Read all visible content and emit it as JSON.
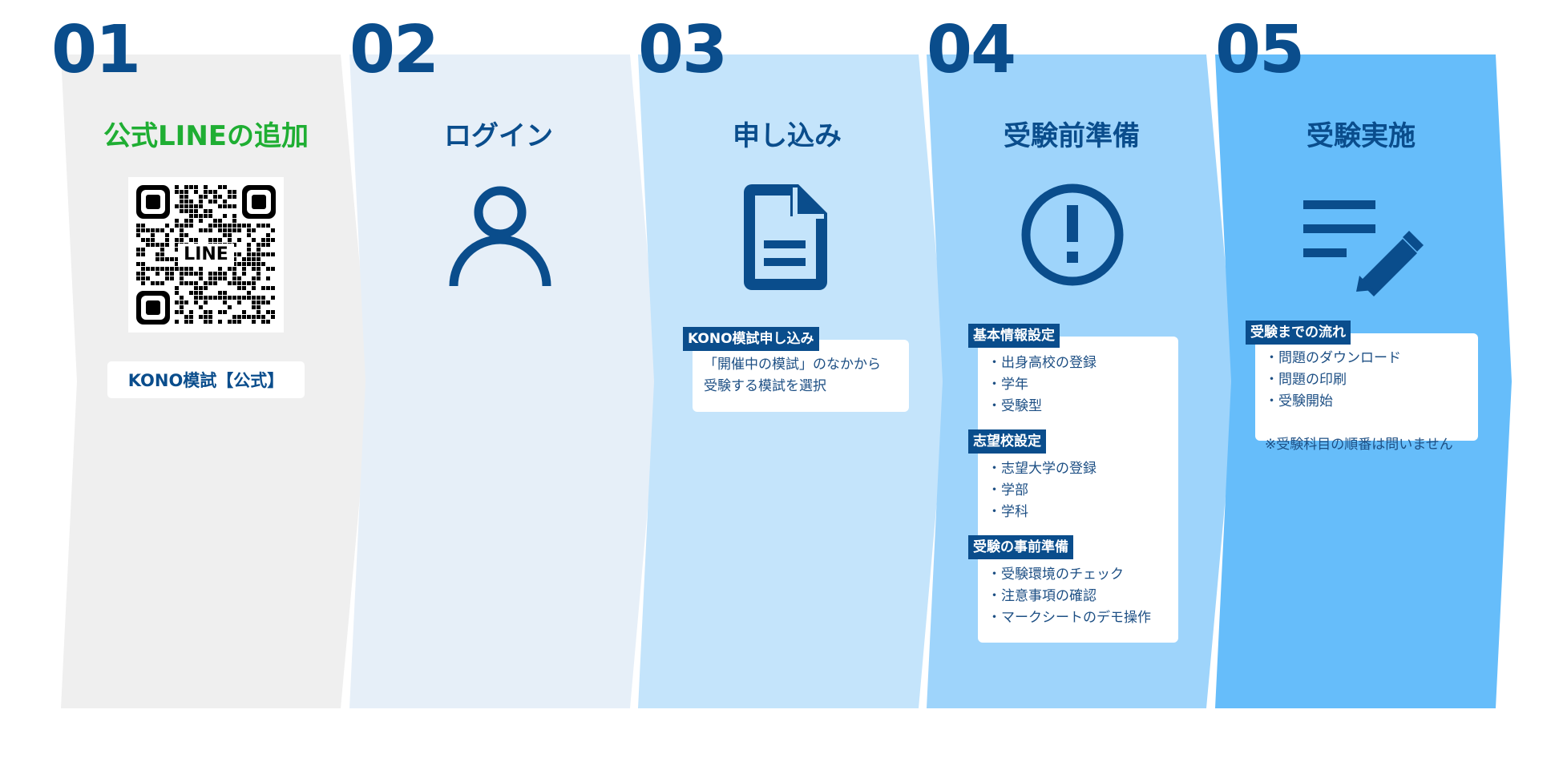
{
  "colors": {
    "step1_bg": "#efefef",
    "step2_bg": "#e6eff8",
    "step3_bg": "#c4e4fb",
    "step4_bg": "#9ed4fb",
    "step5_bg": "#66bdfa",
    "primary": "#0a4d8c",
    "line_green": "#1fae33"
  },
  "steps": [
    {
      "number": "01",
      "title": "公式LINEの追加",
      "qr_label": "LINE",
      "name_badge": "KONO模試【公式】"
    },
    {
      "number": "02",
      "title": "ログイン",
      "icon": "user-icon"
    },
    {
      "number": "03",
      "title": "申し込み",
      "icon": "document-icon",
      "tag": "KONO模試申し込み",
      "lines": [
        "「開催中の模試」のなかから",
        "受験する模試を選択"
      ]
    },
    {
      "number": "04",
      "title": "受験前準備",
      "icon": "alert-circle-icon",
      "sections": [
        {
          "tag": "基本情報設定",
          "items": [
            "出身高校の登録",
            "学年",
            "受験型"
          ]
        },
        {
          "tag": "志望校設定",
          "items": [
            "志望大学の登録",
            "学部",
            "学科"
          ]
        },
        {
          "tag": "受験の事前準備",
          "items": [
            "受験環境のチェック",
            "注意事項の確認",
            "マークシートのデモ操作"
          ]
        }
      ]
    },
    {
      "number": "05",
      "title": "受験実施",
      "icon": "edit-notes-icon",
      "tag": "受験までの流れ",
      "items": [
        "問題のダウンロード",
        "問題の印刷",
        "受験開始"
      ],
      "note": "※受験科目の順番は問いません"
    }
  ]
}
